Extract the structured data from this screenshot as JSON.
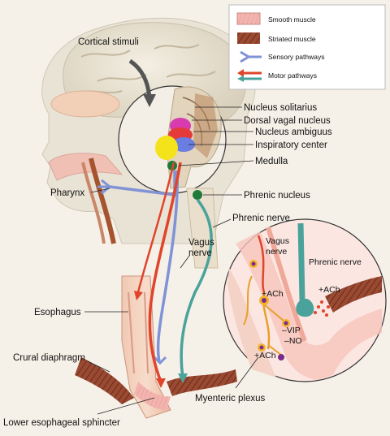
{
  "legend": {
    "items": [
      {
        "label": "Smooth muscle",
        "swatch": "smooth-muscle",
        "color": "#f3b4b0"
      },
      {
        "label": "Striated muscle",
        "swatch": "striated-muscle",
        "color": "#9b4a32"
      },
      {
        "label": "Sensory pathways",
        "swatch": "sensory-pathway",
        "color": "#7f93d6"
      },
      {
        "label": "Motor pathways",
        "swatch": "motor-pathway",
        "color": "#e0452c"
      }
    ]
  },
  "labels": {
    "cortical_stimuli": "Cortical stimuli",
    "nucleus_solitarius": "Nucleus solitarius",
    "dorsal_vagal_nucleus": "Dorsal vagal nucleus",
    "nucleus_ambiguus": "Nucleus ambiguus",
    "inspiratory_center": "Inspiratory center",
    "medulla": "Medulla",
    "pharynx": "Pharynx",
    "phrenic_nucleus": "Phrenic nucleus",
    "phrenic_nerve": "Phrenic nerve",
    "vagus_nerve_line1": "Vagus",
    "vagus_nerve_line2": "nerve",
    "esophagus": "Esophagus",
    "crural_diaphragm": "Crural diaphragm",
    "lower_esophageal_sphincter": "Lower esophageal sphincter",
    "myenteric_plexus": "Myenteric plexus"
  },
  "inset": {
    "vagus_line1": "Vagus",
    "vagus_line2": "nerve",
    "phrenic_nerve": "Phrenic nerve",
    "ach_1": "+ACh",
    "ach_2": "+ACh",
    "ach_3": "+ACh",
    "vip": "–VIP",
    "no": "–NO"
  },
  "colors": {
    "sensory": "#7f93d6",
    "motor": "#e0452c",
    "phrenic": "#4aa39a",
    "nucleus_solitarius": "#d83bb0",
    "dorsal_vagal": "#e53a3a",
    "nucleus_ambiguus": "#6a7de0",
    "inspiratory": "#f4e21a"
  }
}
